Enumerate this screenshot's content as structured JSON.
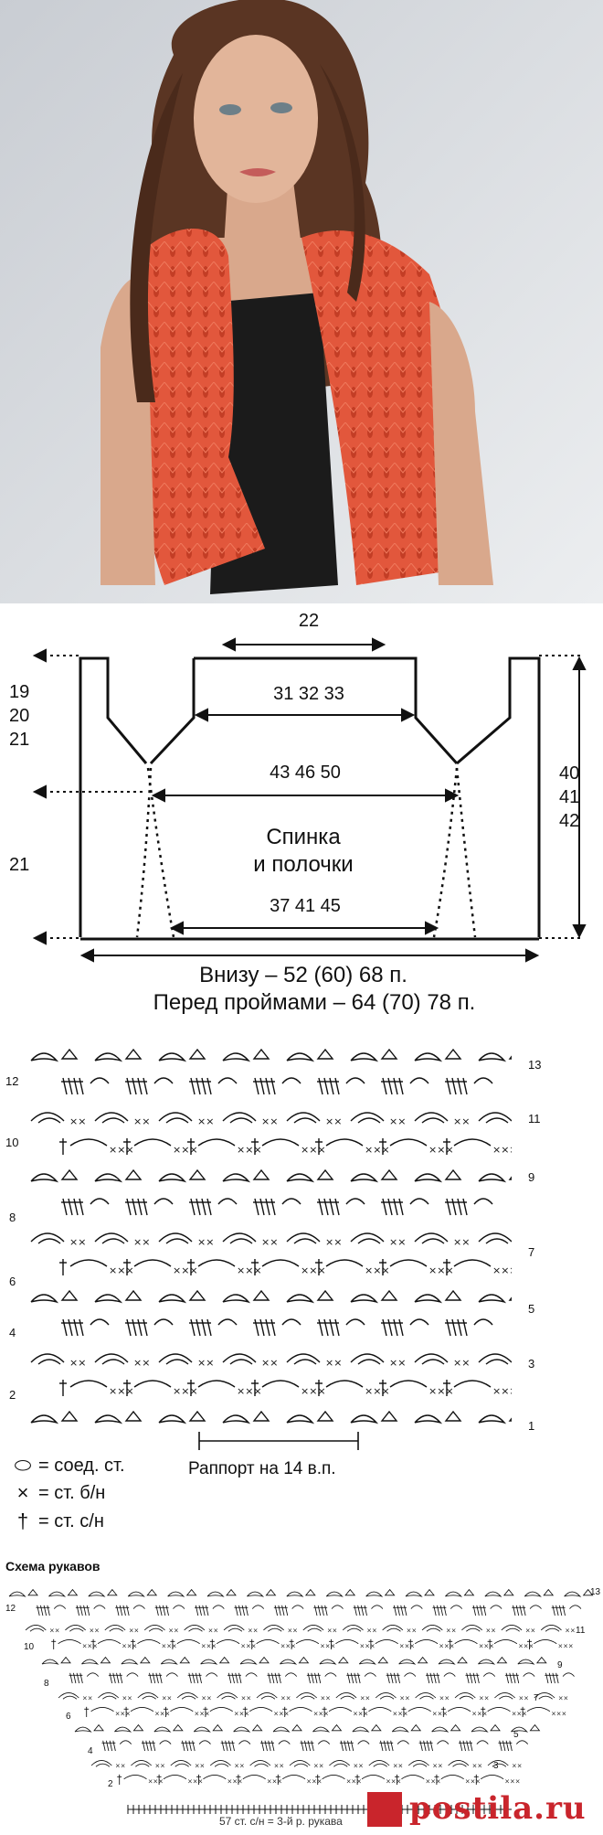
{
  "photo": {
    "subject": "model wearing orange crochet bolero"
  },
  "schematic": {
    "top_width": "22",
    "shoulder_widths": "31 32 33",
    "chest_widths": "43 46 50",
    "hem_widths": "37 41 45",
    "left_top": [
      "19",
      "20",
      "21"
    ],
    "left_bottom": "21",
    "right_height": [
      "40",
      "41",
      "42"
    ],
    "center_label_line1": "Спинка",
    "center_label_line2": "и полочки",
    "caption_line1": "Внизу – 52 (60) 68 п.",
    "caption_line2": "Перед проймами – 64 (70) 78 п."
  },
  "chart": {
    "left_rows": [
      "12",
      "10",
      "8",
      "6",
      "4",
      "2"
    ],
    "right_rows": [
      "13",
      "11",
      "9",
      "7",
      "5",
      "3",
      "1"
    ],
    "repeat_label": "Раппорт на 14 в.п."
  },
  "legend": [
    {
      "symbol": "ellipse-icon",
      "glyph": "⬭",
      "text": "= соед. ст."
    },
    {
      "symbol": "cross-icon",
      "glyph": "×",
      "text": "= ст. б/н"
    },
    {
      "symbol": "dagger-icon",
      "glyph": "†",
      "text": "= ст. с/н"
    }
  ],
  "sleeve": {
    "title": "Схема рукавов",
    "right_rows": [
      "13",
      "11",
      "9",
      "7",
      "5",
      "3"
    ],
    "left_rows": [
      "12",
      "10",
      "8",
      "6",
      "4",
      "2"
    ],
    "footer": "57 ст. с/н = 3-й р. рукава"
  },
  "watermark": {
    "text": "postila.ru"
  },
  "colors": {
    "cardigan": "#e2573c",
    "background": "#d9dde2",
    "hair": "#5a3523",
    "ink": "#111111",
    "watermark": "#c9252c"
  }
}
